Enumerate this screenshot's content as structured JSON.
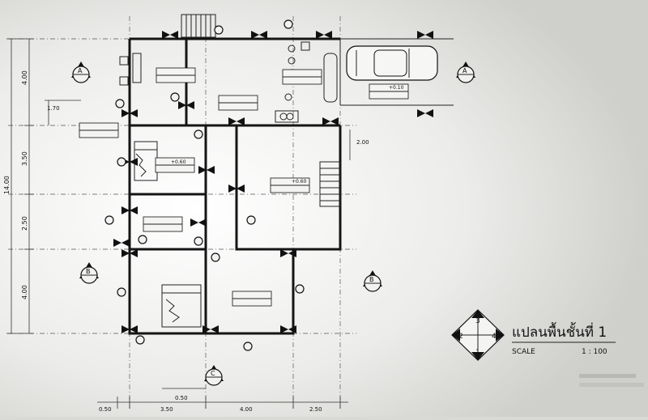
{
  "title": "แปลนพื้นชั้นที่ 1",
  "scale_label": "SCALE",
  "scale_value": "1 : 100",
  "key": {
    "n1": "1",
    "n2": "2",
    "n3": "3",
    "n4": "4"
  },
  "left_dims": {
    "d1": "4.00",
    "d2": "1.70",
    "d3": "3.50",
    "d4": "14.00",
    "d5": "2.50",
    "d6": "4.00"
  },
  "bottom_dims": {
    "d1": "0.50",
    "d2": "3.50",
    "d3": "0.50",
    "d4": "4.00",
    "d5": "2.50"
  },
  "inner_dims": {
    "stair": "2.00"
  },
  "sections": {
    "a": "A",
    "b": "B",
    "c": "C"
  },
  "levels": {
    "carport": "+0.10",
    "living": "+0.60",
    "room_lvl": "+0.60"
  }
}
